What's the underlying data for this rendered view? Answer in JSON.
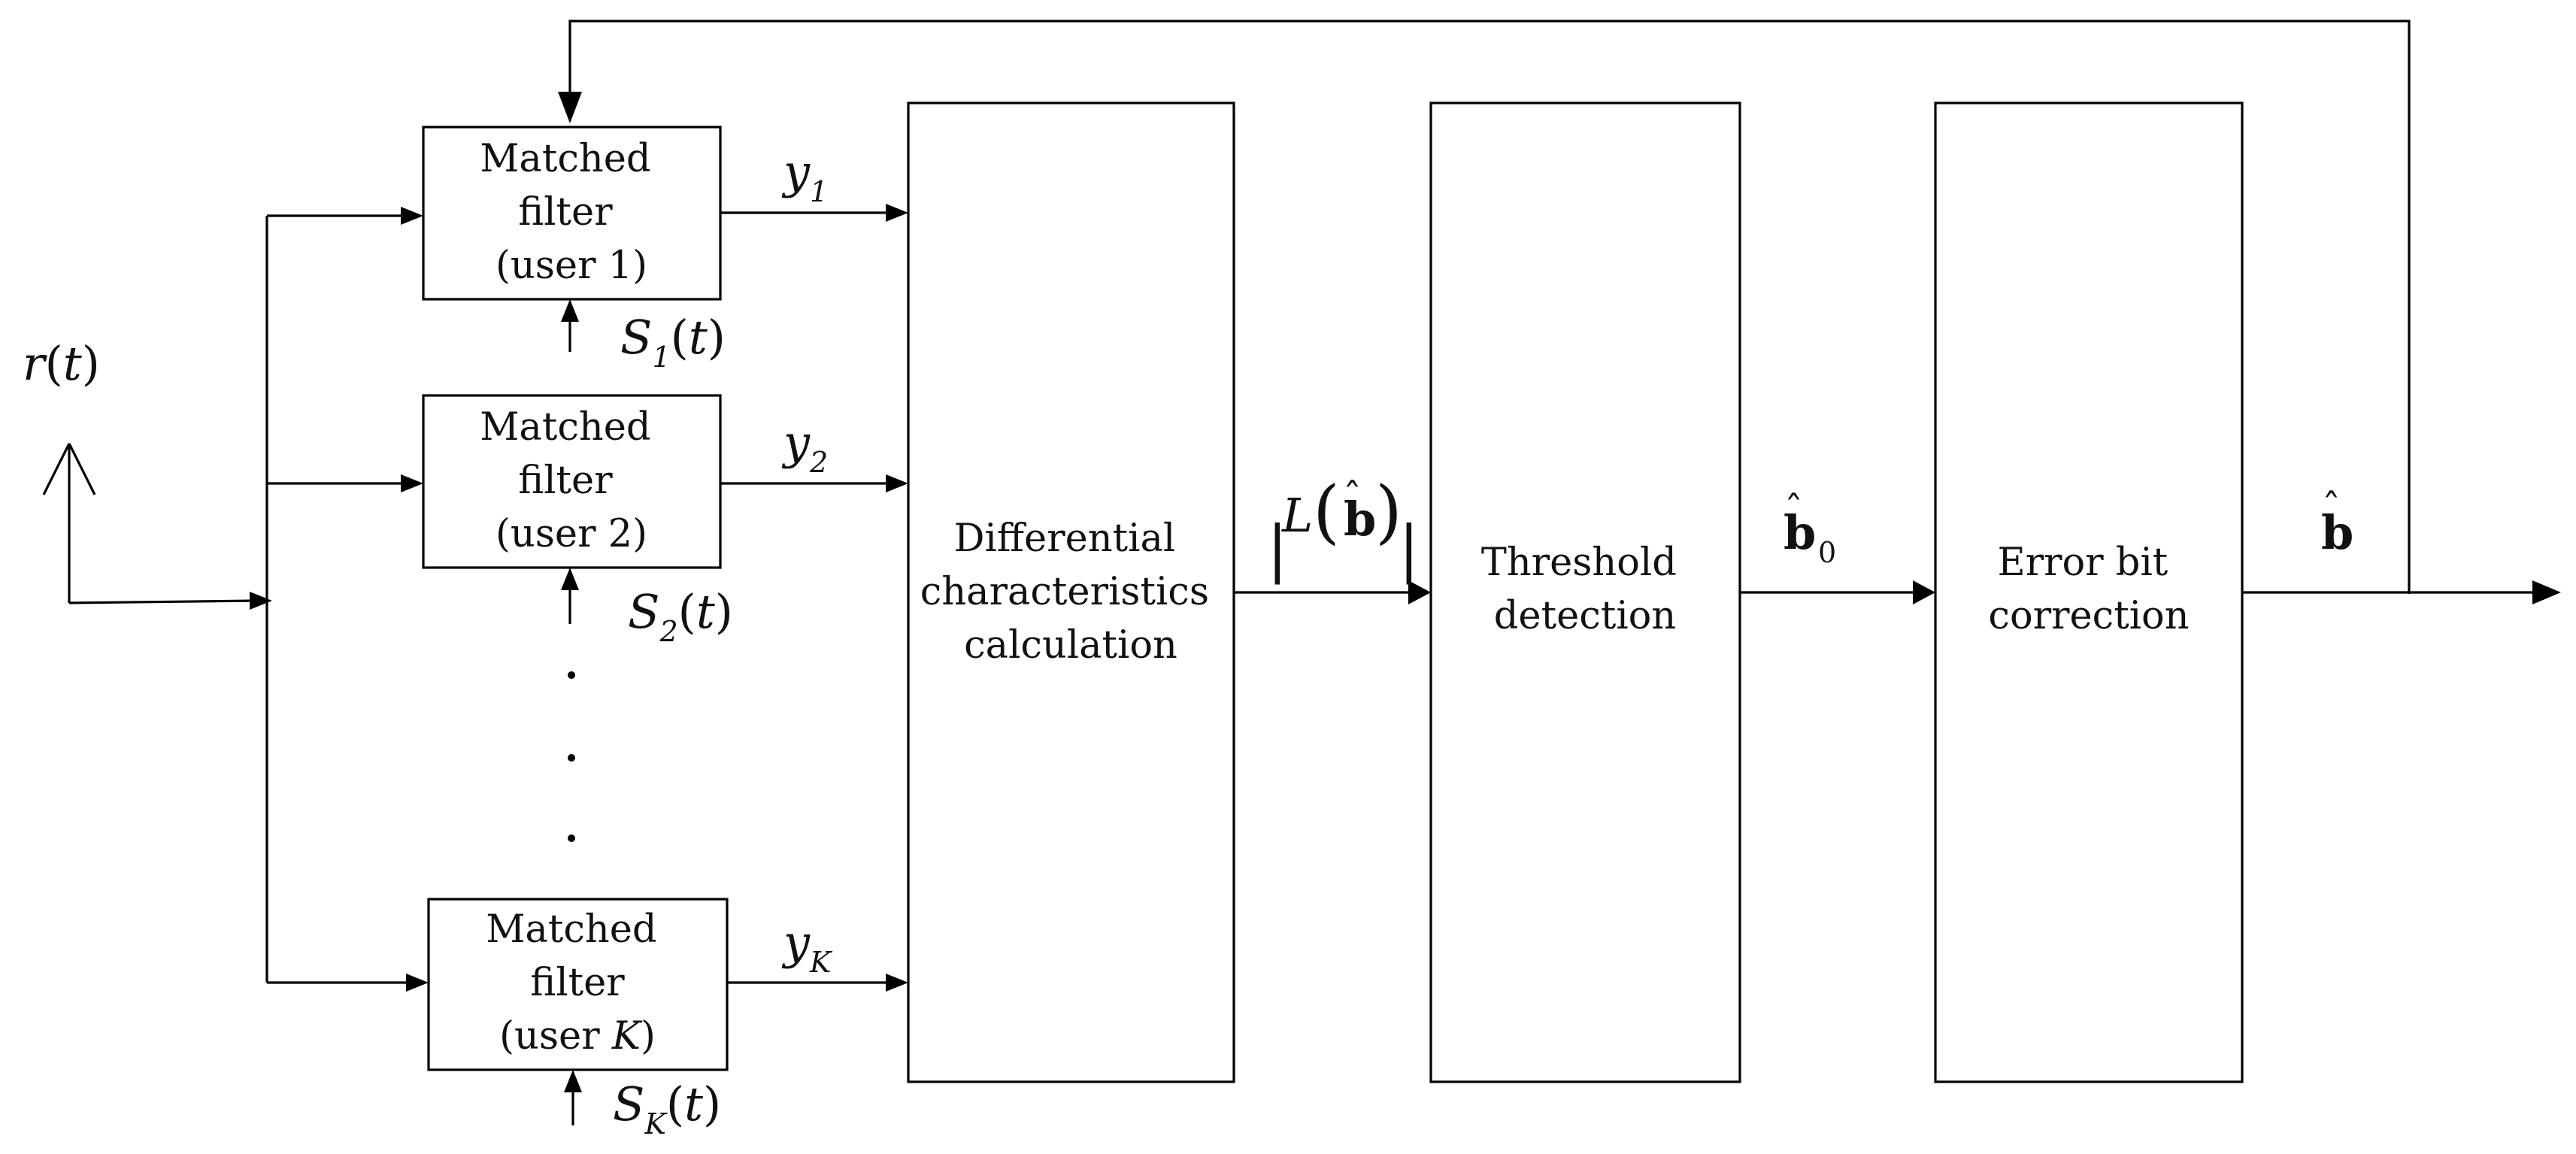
{
  "blocks": {
    "mf1": [
      "Matched",
      "filter",
      "(user 1)"
    ],
    "mf2": [
      "Matched",
      "filter",
      "(user 2)"
    ],
    "mfk": {
      "line1": "Matched",
      "line2": "filter",
      "line3_prefix": "(user ",
      "line3_var": "K",
      "line3_suffix": ")"
    },
    "diff": [
      "Differential",
      "characteristics",
      "calculation"
    ],
    "thresh": [
      "Threshold",
      "detection"
    ],
    "corr": [
      "Error bit",
      "correction"
    ]
  },
  "signals": {
    "input": {
      "var": "r",
      "arg": "t"
    },
    "y1": {
      "var": "y",
      "sub": "1"
    },
    "y2": {
      "var": "y",
      "sub": "2"
    },
    "yk": {
      "var": "y",
      "sub": "K"
    },
    "s1": {
      "var": "S",
      "sub": "1",
      "arg": "t"
    },
    "s2": {
      "var": "S",
      "sub": "2",
      "arg": "t"
    },
    "sk": {
      "var": "S",
      "sub": "K",
      "arg": "t"
    },
    "metric": {
      "bar": "|",
      "func": "L",
      "lparen": "(",
      "hat": "ˆ",
      "vec": "b",
      "rparen": ")"
    },
    "b0": {
      "hat": "ˆ",
      "vec": "b",
      "sub": "0"
    },
    "bout": {
      "hat": "ˆ",
      "vec": "b"
    },
    "dots": "⋮"
  }
}
